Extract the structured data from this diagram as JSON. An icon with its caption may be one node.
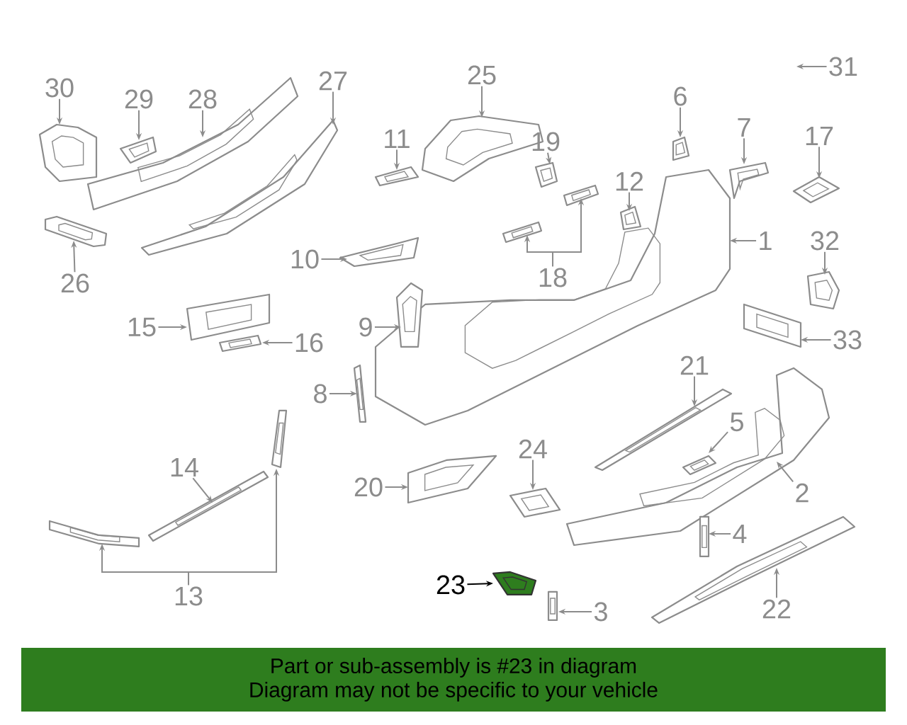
{
  "diagram": {
    "nodes": [
      {
        "text": [
          "30"
        ]
      },
      {
        "text": [],
        "shape": "picture"
      },
      {
        "text": [
          "29"
        ]
      },
      {
        "text": [],
        "shape": "picture"
      },
      {
        "text": [
          "28"
        ]
      },
      {
        "text": [],
        "shape": "picture"
      },
      {
        "text": [
          "27"
        ]
      },
      {
        "text": [],
        "shape": "picture"
      },
      {
        "text": [
          "25"
        ]
      },
      {
        "text": [],
        "shape": "picture"
      },
      {
        "text": [
          "31"
        ]
      },
      {
        "text": [
          "6"
        ]
      },
      {
        "text": [],
        "shape": "picture"
      },
      {
        "text": [
          "7"
        ]
      },
      {
        "text": [],
        "shape": "picture"
      },
      {
        "text": [
          "17"
        ]
      },
      {
        "text": [],
        "shape": "picture"
      },
      {
        "text": [
          "11"
        ]
      },
      {
        "text": [],
        "shape": "picture"
      },
      {
        "text": [
          "19"
        ]
      },
      {
        "text": [],
        "shape": "picture"
      },
      {
        "text": [
          "12"
        ]
      },
      {
        "text": [],
        "shape": "picture"
      },
      {
        "text": [
          "1"
        ]
      },
      {
        "text": [],
        "shape": "picture"
      },
      {
        "text": [
          "10"
        ]
      },
      {
        "text": [],
        "shape": "picture"
      },
      {
        "text": [
          "18"
        ]
      },
      {
        "text": [],
        "shape": "picture"
      },
      {
        "text": [],
        "shape": "picture"
      },
      {
        "text": [
          "32"
        ]
      },
      {
        "text": [],
        "shape": "picture"
      },
      {
        "text": [
          "26"
        ]
      },
      {
        "text": [],
        "shape": "picture"
      },
      {
        "text": [
          "9"
        ]
      },
      {
        "text": [],
        "shape": "picture"
      },
      {
        "text": [
          "15"
        ]
      },
      {
        "text": [],
        "shape": "picture"
      },
      {
        "text": [
          "16"
        ]
      },
      {
        "text": [],
        "shape": "picture"
      },
      {
        "text": [
          "33"
        ]
      },
      {
        "text": [],
        "shape": "picture"
      },
      {
        "text": [
          "8"
        ]
      },
      {
        "text": [],
        "shape": "picture"
      },
      {
        "text": [
          "21"
        ]
      },
      {
        "text": [],
        "shape": "picture"
      },
      {
        "text": [
          "14"
        ]
      },
      {
        "text": [],
        "shape": "picture"
      },
      {
        "text": [
          "5"
        ]
      },
      {
        "text": [],
        "shape": "picture"
      },
      {
        "text": [
          "24"
        ]
      },
      {
        "text": [],
        "shape": "picture"
      },
      {
        "text": [
          "20"
        ]
      },
      {
        "text": [],
        "shape": "picture"
      },
      {
        "text": [
          "2"
        ]
      },
      {
        "text": [],
        "shape": "picture"
      },
      {
        "text": [
          "4"
        ]
      },
      {
        "text": [],
        "shape": "picture"
      },
      {
        "text": [
          "13"
        ]
      },
      {
        "text": [],
        "shape": "picture"
      },
      {
        "text": [],
        "shape": "picture"
      },
      {
        "text": [
          "23"
        ]
      },
      {
        "text": [],
        "shape": "picture"
      },
      {
        "text": [
          "3"
        ]
      },
      {
        "text": [],
        "shape": "picture"
      },
      {
        "text": [
          "22"
        ]
      },
      {
        "text": [],
        "shape": "picture"
      },
      {
        "text": [
          "Part or sub-assembly is #23 in diagram",
          "Diagram may not be specific to your vehicle"
        ]
      }
    ],
    "edges": [
      {
        "from": 0,
        "to": 1,
        "arrow": "to"
      },
      {
        "from": 2,
        "to": 3,
        "arrow": "to"
      },
      {
        "from": 4,
        "to": 5,
        "arrow": "to"
      },
      {
        "from": 6,
        "to": 7,
        "arrow": "to"
      },
      {
        "from": 8,
        "to": 9,
        "arrow": "to"
      },
      {
        "from": 10,
        "to": null,
        "arrow": "to"
      },
      {
        "from": 11,
        "to": 12,
        "arrow": "to"
      },
      {
        "from": 13,
        "to": 14,
        "arrow": "to"
      },
      {
        "from": 15,
        "to": 16,
        "arrow": "to"
      },
      {
        "from": 17,
        "to": 18,
        "arrow": "to"
      },
      {
        "from": 19,
        "to": 20,
        "arrow": "to"
      },
      {
        "from": 21,
        "to": 22,
        "arrow": "to"
      },
      {
        "from": 23,
        "to": 24,
        "arrow": "to"
      },
      {
        "from": 25,
        "to": 26,
        "arrow": "to"
      },
      {
        "from": 27,
        "to": 28,
        "arrow": "to"
      },
      {
        "from": 27,
        "to": 29,
        "arrow": "to"
      },
      {
        "from": 30,
        "to": 31,
        "arrow": "to"
      },
      {
        "from": 32,
        "to": 33,
        "arrow": "to"
      },
      {
        "from": 34,
        "to": 35,
        "arrow": "to"
      },
      {
        "from": 36,
        "to": 37,
        "arrow": "to"
      },
      {
        "from": 38,
        "to": 39,
        "arrow": "to"
      },
      {
        "from": 40,
        "to": 41,
        "arrow": "to"
      },
      {
        "from": 42,
        "to": 43,
        "arrow": "to"
      },
      {
        "from": 44,
        "to": 45,
        "arrow": "to"
      },
      {
        "from": 46,
        "to": 47,
        "arrow": "to"
      },
      {
        "from": 48,
        "to": 49,
        "arrow": "to"
      },
      {
        "from": 50,
        "to": 51,
        "arrow": "to"
      },
      {
        "from": 52,
        "to": 53,
        "arrow": "to"
      },
      {
        "from": 54,
        "to": 55,
        "arrow": "to"
      },
      {
        "from": 56,
        "to": 57,
        "arrow": "to"
      },
      {
        "from": 58,
        "to": 59,
        "arrow": "to"
      },
      {
        "from": 58,
        "to": 60,
        "arrow": "to"
      },
      {
        "from": 61,
        "to": 62,
        "arrow": "to",
        "color": "#000000"
      },
      {
        "from": 63,
        "to": 64,
        "arrow": "to"
      },
      {
        "from": 65,
        "to": 66,
        "arrow": "to"
      }
    ]
  }
}
